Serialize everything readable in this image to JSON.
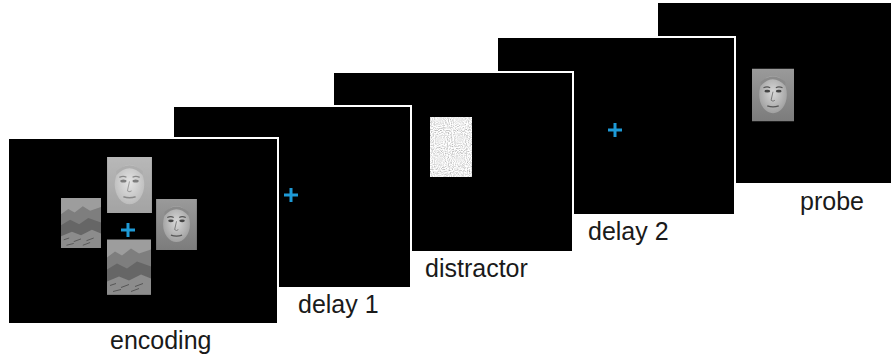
{
  "diagram": {
    "nodes": [
      {
        "text": [
          "encoding"
        ]
      },
      {
        "text": [
          "delay 1"
        ]
      },
      {
        "text": [
          "distractor"
        ]
      },
      {
        "text": [
          "delay 2"
        ]
      },
      {
        "text": [
          "probe"
        ]
      }
    ]
  }
}
